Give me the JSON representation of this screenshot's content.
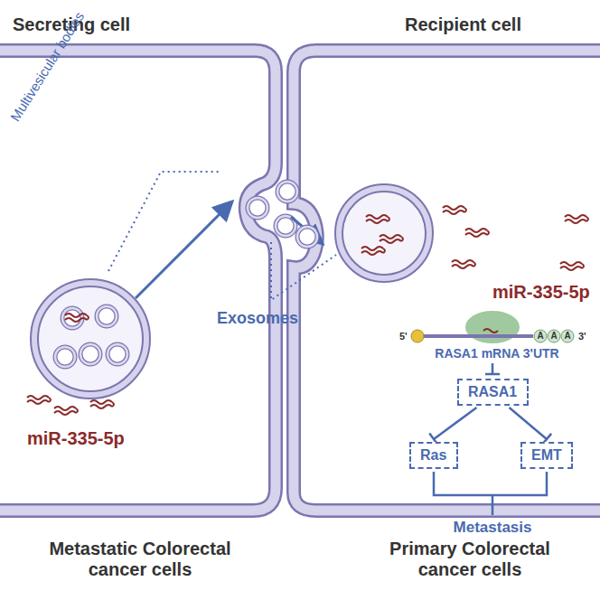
{
  "diagram": {
    "nodes": [
      {
        "text": [
          "RASA1"
        ]
      },
      {
        "text": [
          "Ras"
        ]
      },
      {
        "text": [
          "EMT"
        ]
      }
    ],
    "edges": [
      {
        "from": 0,
        "to": 1,
        "arrow": "to"
      },
      {
        "from": 0,
        "to": 2,
        "arrow": "to"
      }
    ],
    "labels": [
      "Secreting cell",
      "Recipient cell",
      "Multivesicular bodies",
      "miR-335-5p",
      "Exosomes",
      "miR-335-5p",
      "5'",
      "A",
      "A",
      "A",
      "3'",
      "RASA1 mRNA 3'UTR",
      "Metastasis",
      "Metastatic Colorectal cancer cells",
      "Primary Colorectal cancer cells"
    ]
  }
}
